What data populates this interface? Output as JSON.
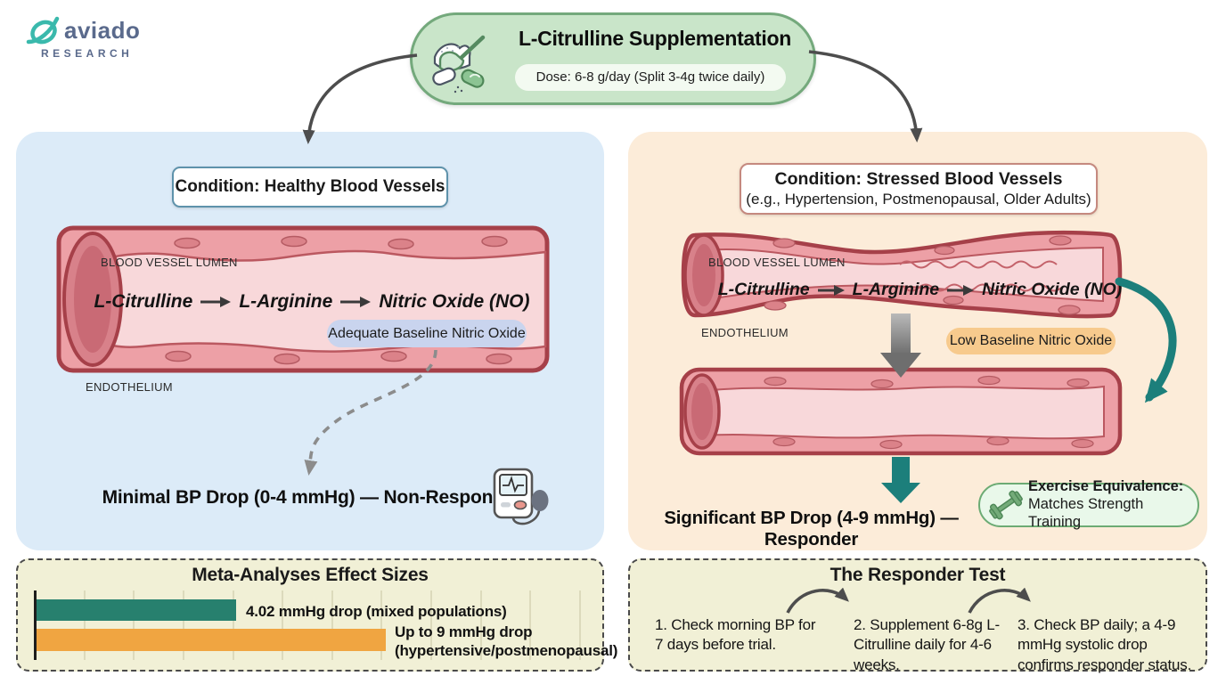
{
  "logo": {
    "brand": "aviado",
    "sub": "RESEARCH",
    "icon": "aviado-swoosh-icon",
    "color": "#5a6a8c",
    "icon_color": "#3ab9ac"
  },
  "header": {
    "title": "L-Citrulline Supplementation",
    "dose": "Dose: 6-8 g/day (Split 3-4g twice daily)",
    "icon": "scoop-and-capsules-icon"
  },
  "left_panel": {
    "condition": "Condition: Healthy Blood Vessels",
    "lumen_label": "BLOOD VESSEL LUMEN",
    "endothelium_label": "ENDOTHELIUM",
    "pathway": [
      "L-Citrulline",
      "L-Arginine",
      "Nitric Oxide (NO)"
    ],
    "baseline_tag": "Adequate Baseline Nitric Oxide",
    "outcome": "Minimal BP Drop (0-4 mmHg) — Non-Responder",
    "outcome_icon": "bp-monitor-icon",
    "panel_color": "#dcebf8",
    "tag_color": "#c9d4ee"
  },
  "right_panel": {
    "condition_line1": "Condition: Stressed Blood Vessels",
    "condition_line2": "(e.g., Hypertension, Postmenopausal, Older Adults)",
    "lumen_label": "BLOOD VESSEL LUMEN",
    "endothelium_label": "ENDOTHELIUM",
    "pathway": [
      "L-Citrulline",
      "L-Arginine",
      "Nitric Oxide (NO)"
    ],
    "baseline_tag": "Low Baseline Nitric Oxide",
    "outcome": "Significant BP Drop (4-9 mmHg) — Responder",
    "equivalence_title": "Exercise Equivalence:",
    "equivalence_sub": "Matches Strength Training",
    "equivalence_icon": "dumbbell-icon",
    "panel_color": "#fcecd9",
    "tag_color": "#f7ca8d"
  },
  "chart_data": {
    "type": "bar",
    "orientation": "horizontal",
    "title": "Meta-Analyses Effect Sizes",
    "categories": [
      "mixed populations",
      "hypertensive/postmenopausal"
    ],
    "values_mmHg": [
      4.02,
      9
    ],
    "drawn_units": [
      4.02,
      7.05
    ],
    "bar_labels": [
      "4.02 mmHg drop (mixed populations)",
      "Up to 9 mmHg drop (hypertensive/postmenopausal)"
    ],
    "colors": [
      "#27806e",
      "#f0a541"
    ],
    "xlim": [
      0,
      11
    ],
    "grid": true,
    "legend": "none",
    "unit": "mmHg systolic drop"
  },
  "responder_box": {
    "title": "The Responder Test",
    "steps": [
      "1. Check morning BP for 7 days before trial.",
      "2. Supplement 6-8g L-Citrulline daily for 4-6 weeks.",
      "3. Check BP daily; a 4-9 mmHg systolic drop confirms responder status."
    ]
  },
  "colors": {
    "header_fill": "#c9e5c9",
    "header_border": "#74a97c",
    "teal_accent": "#1c7f7b",
    "orange_bar": "#f0a541",
    "teal_bar": "#27806e",
    "vessel_wall": "#eda0a6",
    "vessel_border": "#a64049",
    "vessel_lumen": "#f8d8da",
    "cream_box": "#f1f0d6",
    "arrow_gray": "#4d4d4d",
    "dashed_gray": "#8c8c8c"
  }
}
